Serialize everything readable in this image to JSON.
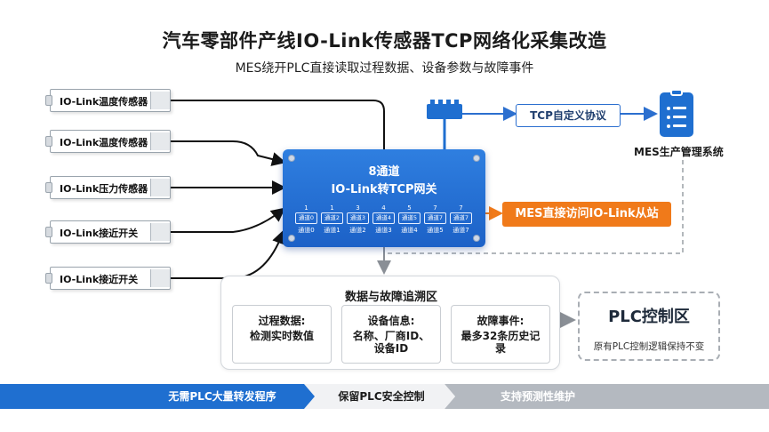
{
  "header": {
    "title": "汽车零部件产线IO-Link传感器TCP网络化采集改造",
    "subtitle": "MES绕开PLC直接读取过程数据、设备参数与故障事件"
  },
  "sensors": [
    {
      "label": "IO-Link温度传感器"
    },
    {
      "label": "IO-Link温度传感器"
    },
    {
      "label": "IO-Link压力传感器"
    },
    {
      "label": "IO-Link接近开关"
    },
    {
      "label": "IO-Link接近开关"
    }
  ],
  "gateway": {
    "title_line1": "8通道",
    "title_line2": "IO-Link转TCP网关",
    "channels": [
      {
        "num": "1",
        "box": "通道0",
        "under": "通道0"
      },
      {
        "num": "1",
        "box": "通道2",
        "under": "通道1"
      },
      {
        "num": "3",
        "box": "通道3",
        "under": "通道2"
      },
      {
        "num": "4",
        "box": "通道4",
        "under": "通道3"
      },
      {
        "num": "5",
        "box": "通道5",
        "under": "通道4"
      },
      {
        "num": "7",
        "box": "通道7",
        "under": "通道5"
      },
      {
        "num": "7",
        "box": "通道7",
        "under": "通道7"
      }
    ]
  },
  "protocol": {
    "label": "TCP自定义协议"
  },
  "mes": {
    "label": "MES生产管理系统"
  },
  "direct_access": {
    "label": "MES直接访问IO-Link从站"
  },
  "trace_zone": {
    "title": "数据与故障追溯区",
    "cards": [
      {
        "title": "过程数据:",
        "value": "检测实时数值"
      },
      {
        "title": "设备信息:",
        "value": "名称、厂商ID、设备ID"
      },
      {
        "title": "故障事件:",
        "value": "最多32条历史记录"
      }
    ]
  },
  "plc_zone": {
    "title": "PLC控制区",
    "desc": "原有PLC控制逻辑保持不变"
  },
  "banner": {
    "items": [
      "无需PLC大量转发程序",
      "保留PLC安全控制",
      "支持预测性维护"
    ],
    "colors": [
      "#1f6fd0",
      "#f1f2f4",
      "#b4b9c0"
    ]
  }
}
